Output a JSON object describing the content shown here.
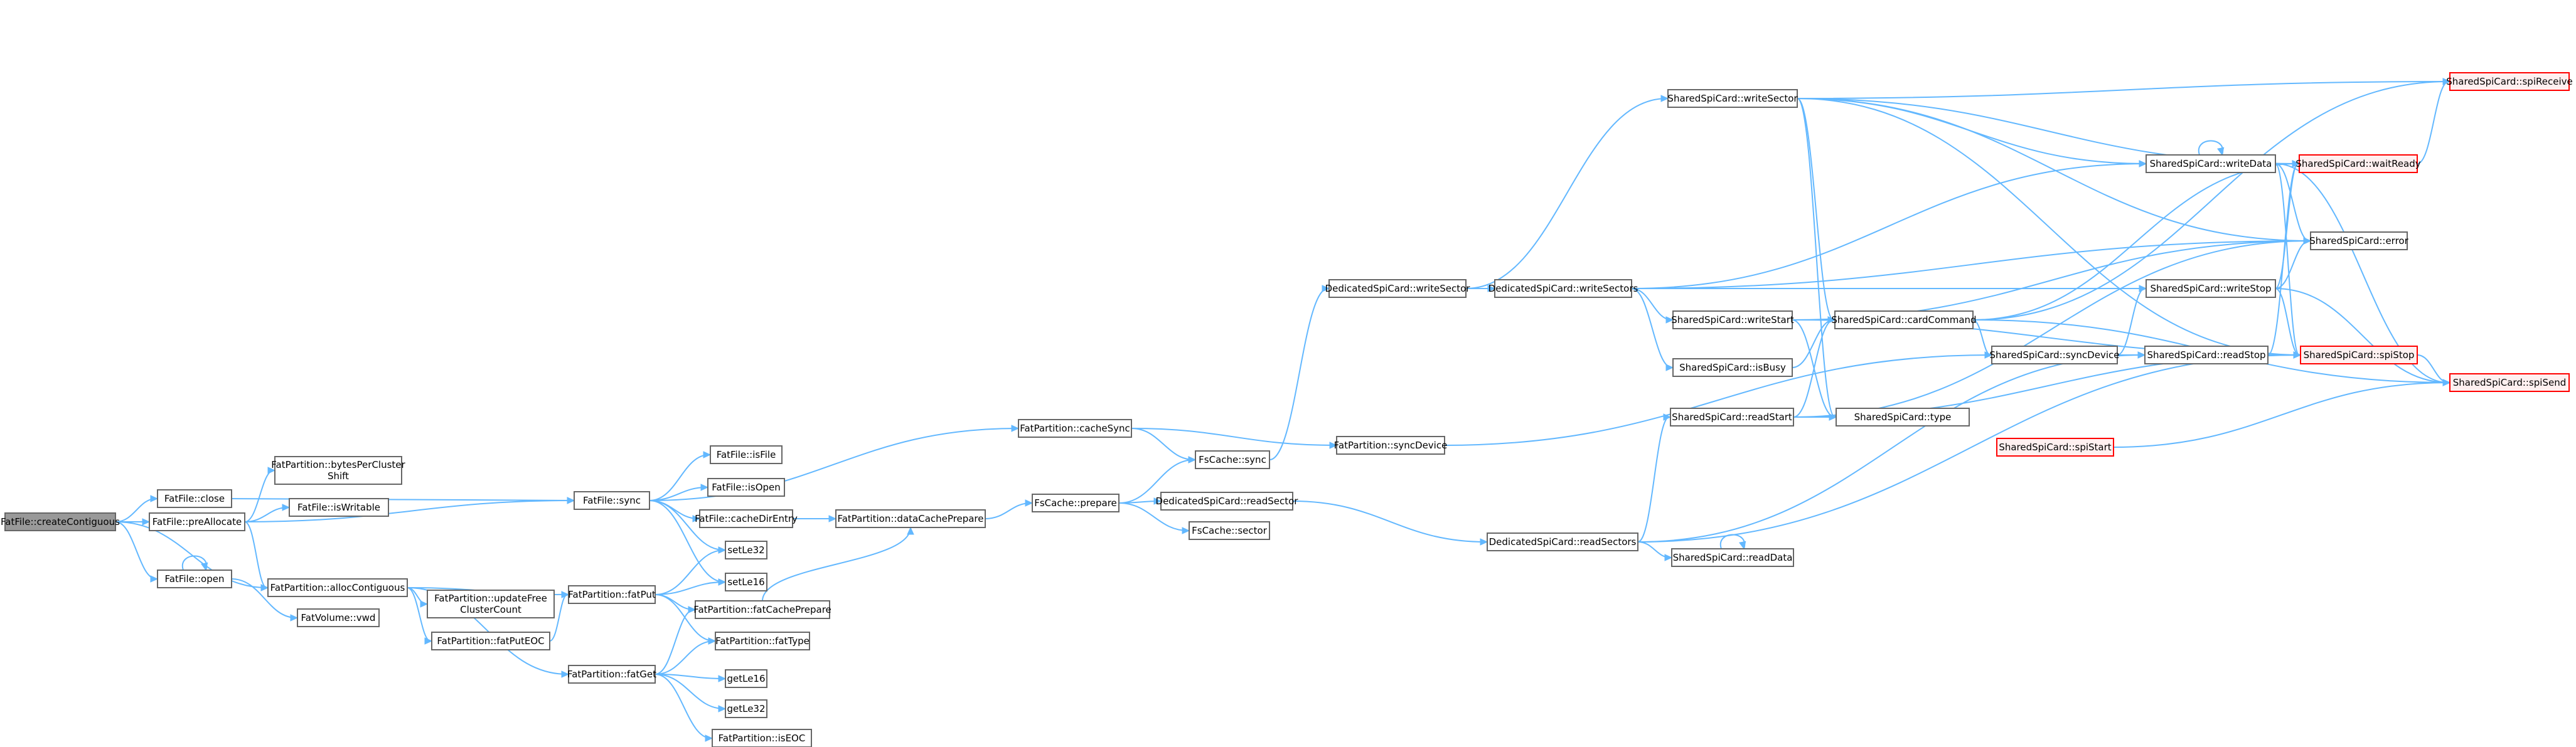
{
  "colors": {
    "edge": "#63b8ff",
    "node_border": "#666666",
    "node_fill": "#ffffff",
    "root_fill": "#999999",
    "root_border": "#666666",
    "highlight_border": "#ff0000",
    "highlight_fill": "#fff0f0",
    "text": "#000000"
  },
  "graph": {
    "nodes": [
      {
        "id": "n0",
        "lines": [
          "FatFile::createContiguous"
        ],
        "style": "root"
      },
      {
        "id": "n1",
        "lines": [
          "FatFile::close"
        ],
        "style": "normal"
      },
      {
        "id": "n2",
        "lines": [
          "FatFile::preAllocate"
        ],
        "style": "normal"
      },
      {
        "id": "n3",
        "lines": [
          "FatFile::open"
        ],
        "style": "normal"
      },
      {
        "id": "n4",
        "lines": [
          "FatPartition::bytesPerCluster",
          "Shift"
        ],
        "style": "normal"
      },
      {
        "id": "n5",
        "lines": [
          "FatFile::isWritable"
        ],
        "style": "normal"
      },
      {
        "id": "n6",
        "lines": [
          "FatPartition::allocContiguous"
        ],
        "style": "normal"
      },
      {
        "id": "n7",
        "lines": [
          "FatVolume::vwd"
        ],
        "style": "normal"
      },
      {
        "id": "n8",
        "lines": [
          "FatFile::sync"
        ],
        "style": "normal"
      },
      {
        "id": "n9",
        "lines": [
          "FatFile::isFile"
        ],
        "style": "normal"
      },
      {
        "id": "n10",
        "lines": [
          "FatFile::isOpen"
        ],
        "style": "normal"
      },
      {
        "id": "n11",
        "lines": [
          "FatFile::cacheDirEntry"
        ],
        "style": "normal"
      },
      {
        "id": "n12",
        "lines": [
          "setLe32"
        ],
        "style": "normal"
      },
      {
        "id": "n13",
        "lines": [
          "setLe16"
        ],
        "style": "normal"
      },
      {
        "id": "n14",
        "lines": [
          "FatPartition::updateFree",
          "ClusterCount"
        ],
        "style": "normal"
      },
      {
        "id": "n15",
        "lines": [
          "FatPartition::fatPutEOC"
        ],
        "style": "normal"
      },
      {
        "id": "n16",
        "lines": [
          "FatPartition::fatPut"
        ],
        "style": "normal"
      },
      {
        "id": "n17",
        "lines": [
          "FatPartition::fatCachePrepare"
        ],
        "style": "normal"
      },
      {
        "id": "n18",
        "lines": [
          "FatPartition::fatType"
        ],
        "style": "normal"
      },
      {
        "id": "n19",
        "lines": [
          "FatPartition::fatGet"
        ],
        "style": "normal"
      },
      {
        "id": "n20",
        "lines": [
          "getLe16"
        ],
        "style": "normal"
      },
      {
        "id": "n21",
        "lines": [
          "getLe32"
        ],
        "style": "normal"
      },
      {
        "id": "n22",
        "lines": [
          "FatPartition::isEOC"
        ],
        "style": "normal"
      },
      {
        "id": "n23",
        "lines": [
          "FatPartition::cacheSync"
        ],
        "style": "normal"
      },
      {
        "id": "n24",
        "lines": [
          "FatPartition::dataCachePrepare"
        ],
        "style": "normal"
      },
      {
        "id": "n25",
        "lines": [
          "FsCache::prepare"
        ],
        "style": "normal"
      },
      {
        "id": "n26",
        "lines": [
          "FsCache::sync"
        ],
        "style": "normal"
      },
      {
        "id": "n27",
        "lines": [
          "DedicatedSpiCard::readSector"
        ],
        "style": "normal"
      },
      {
        "id": "n28",
        "lines": [
          "FsCache::sector"
        ],
        "style": "normal"
      },
      {
        "id": "n29",
        "lines": [
          "FatPartition::syncDevice"
        ],
        "style": "normal"
      },
      {
        "id": "n30",
        "lines": [
          "DedicatedSpiCard::writeSector"
        ],
        "style": "normal"
      },
      {
        "id": "n31",
        "lines": [
          "DedicatedSpiCard::writeSectors"
        ],
        "style": "normal"
      },
      {
        "id": "n32",
        "lines": [
          "DedicatedSpiCard::readSectors"
        ],
        "style": "normal"
      },
      {
        "id": "n33",
        "lines": [
          "SharedSpiCard::writeSector"
        ],
        "style": "normal"
      },
      {
        "id": "n34",
        "lines": [
          "SharedSpiCard::writeStart"
        ],
        "style": "normal"
      },
      {
        "id": "n35",
        "lines": [
          "SharedSpiCard::isBusy"
        ],
        "style": "normal"
      },
      {
        "id": "n36",
        "lines": [
          "SharedSpiCard::readStart"
        ],
        "style": "normal"
      },
      {
        "id": "n37",
        "lines": [
          "SharedSpiCard::readData"
        ],
        "style": "normal"
      },
      {
        "id": "n38",
        "lines": [
          "SharedSpiCard::cardCommand"
        ],
        "style": "normal"
      },
      {
        "id": "n39",
        "lines": [
          "SharedSpiCard::type"
        ],
        "style": "normal"
      },
      {
        "id": "n40",
        "lines": [
          "SharedSpiCard::writeData"
        ],
        "style": "normal"
      },
      {
        "id": "n41",
        "lines": [
          "SharedSpiCard::writeStop"
        ],
        "style": "normal"
      },
      {
        "id": "n42",
        "lines": [
          "SharedSpiCard::syncDevice"
        ],
        "style": "normal"
      },
      {
        "id": "n43",
        "lines": [
          "SharedSpiCard::readStop"
        ],
        "style": "normal"
      },
      {
        "id": "n44",
        "lines": [
          "SharedSpiCard::spiStart"
        ],
        "style": "highlight"
      },
      {
        "id": "n45",
        "lines": [
          "SharedSpiCard::spiReceive"
        ],
        "style": "highlight"
      },
      {
        "id": "n46",
        "lines": [
          "SharedSpiCard::waitReady"
        ],
        "style": "highlight"
      },
      {
        "id": "n47",
        "lines": [
          "SharedSpiCard::error"
        ],
        "style": "normal"
      },
      {
        "id": "n48",
        "lines": [
          "SharedSpiCard::spiStop"
        ],
        "style": "highlight"
      },
      {
        "id": "n49",
        "lines": [
          "SharedSpiCard::spiSend"
        ],
        "style": "highlight"
      }
    ],
    "edges": [
      [
        "n0",
        "n1"
      ],
      [
        "n0",
        "n2"
      ],
      [
        "n0",
        "n3"
      ],
      [
        "n0",
        "n6"
      ],
      [
        "n1",
        "n8"
      ],
      [
        "n2",
        "n4"
      ],
      [
        "n2",
        "n5"
      ],
      [
        "n2",
        "n8"
      ],
      [
        "n2",
        "n6"
      ],
      [
        "n3",
        "n3"
      ],
      [
        "n3",
        "n7"
      ],
      [
        "n6",
        "n14"
      ],
      [
        "n6",
        "n15"
      ],
      [
        "n6",
        "n16"
      ],
      [
        "n6",
        "n19"
      ],
      [
        "n8",
        "n9"
      ],
      [
        "n8",
        "n10"
      ],
      [
        "n8",
        "n11"
      ],
      [
        "n8",
        "n12"
      ],
      [
        "n8",
        "n13"
      ],
      [
        "n8",
        "n23"
      ],
      [
        "n11",
        "n24"
      ],
      [
        "n15",
        "n16"
      ],
      [
        "n16",
        "n12"
      ],
      [
        "n16",
        "n13"
      ],
      [
        "n16",
        "n17"
      ],
      [
        "n16",
        "n18"
      ],
      [
        "n17",
        "n24"
      ],
      [
        "n19",
        "n17"
      ],
      [
        "n19",
        "n18"
      ],
      [
        "n19",
        "n20"
      ],
      [
        "n19",
        "n21"
      ],
      [
        "n19",
        "n22"
      ],
      [
        "n23",
        "n26"
      ],
      [
        "n23",
        "n29"
      ],
      [
        "n24",
        "n25"
      ],
      [
        "n25",
        "n26"
      ],
      [
        "n25",
        "n27"
      ],
      [
        "n25",
        "n28"
      ],
      [
        "n26",
        "n30"
      ],
      [
        "n27",
        "n32"
      ],
      [
        "n29",
        "n42"
      ],
      [
        "n30",
        "n33"
      ],
      [
        "n30",
        "n31"
      ],
      [
        "n31",
        "n34"
      ],
      [
        "n31",
        "n35"
      ],
      [
        "n31",
        "n40"
      ],
      [
        "n31",
        "n41"
      ],
      [
        "n31",
        "n47"
      ],
      [
        "n32",
        "n36"
      ],
      [
        "n32",
        "n37"
      ],
      [
        "n32",
        "n43"
      ],
      [
        "n32",
        "n48"
      ],
      [
        "n33",
        "n38"
      ],
      [
        "n33",
        "n39"
      ],
      [
        "n33",
        "n40"
      ],
      [
        "n33",
        "n45"
      ],
      [
        "n33",
        "n46"
      ],
      [
        "n33",
        "n47"
      ],
      [
        "n33",
        "n48"
      ],
      [
        "n34",
        "n38"
      ],
      [
        "n34",
        "n39"
      ],
      [
        "n34",
        "n47"
      ],
      [
        "n34",
        "n48"
      ],
      [
        "n35",
        "n38"
      ],
      [
        "n36",
        "n38"
      ],
      [
        "n36",
        "n39"
      ],
      [
        "n36",
        "n47"
      ],
      [
        "n36",
        "n48"
      ],
      [
        "n37",
        "n37"
      ],
      [
        "n38",
        "n42"
      ],
      [
        "n38",
        "n45"
      ],
      [
        "n38",
        "n46"
      ],
      [
        "n38",
        "n49"
      ],
      [
        "n40",
        "n40"
      ],
      [
        "n40",
        "n46"
      ],
      [
        "n40",
        "n47"
      ],
      [
        "n40",
        "n48"
      ],
      [
        "n40",
        "n49"
      ],
      [
        "n41",
        "n46"
      ],
      [
        "n41",
        "n47"
      ],
      [
        "n41",
        "n48"
      ],
      [
        "n41",
        "n49"
      ],
      [
        "n42",
        "n41"
      ],
      [
        "n42",
        "n43"
      ],
      [
        "n43",
        "n46"
      ],
      [
        "n43",
        "n48"
      ],
      [
        "n44",
        "n49"
      ],
      [
        "n46",
        "n45"
      ],
      [
        "n48",
        "n49"
      ]
    ]
  }
}
